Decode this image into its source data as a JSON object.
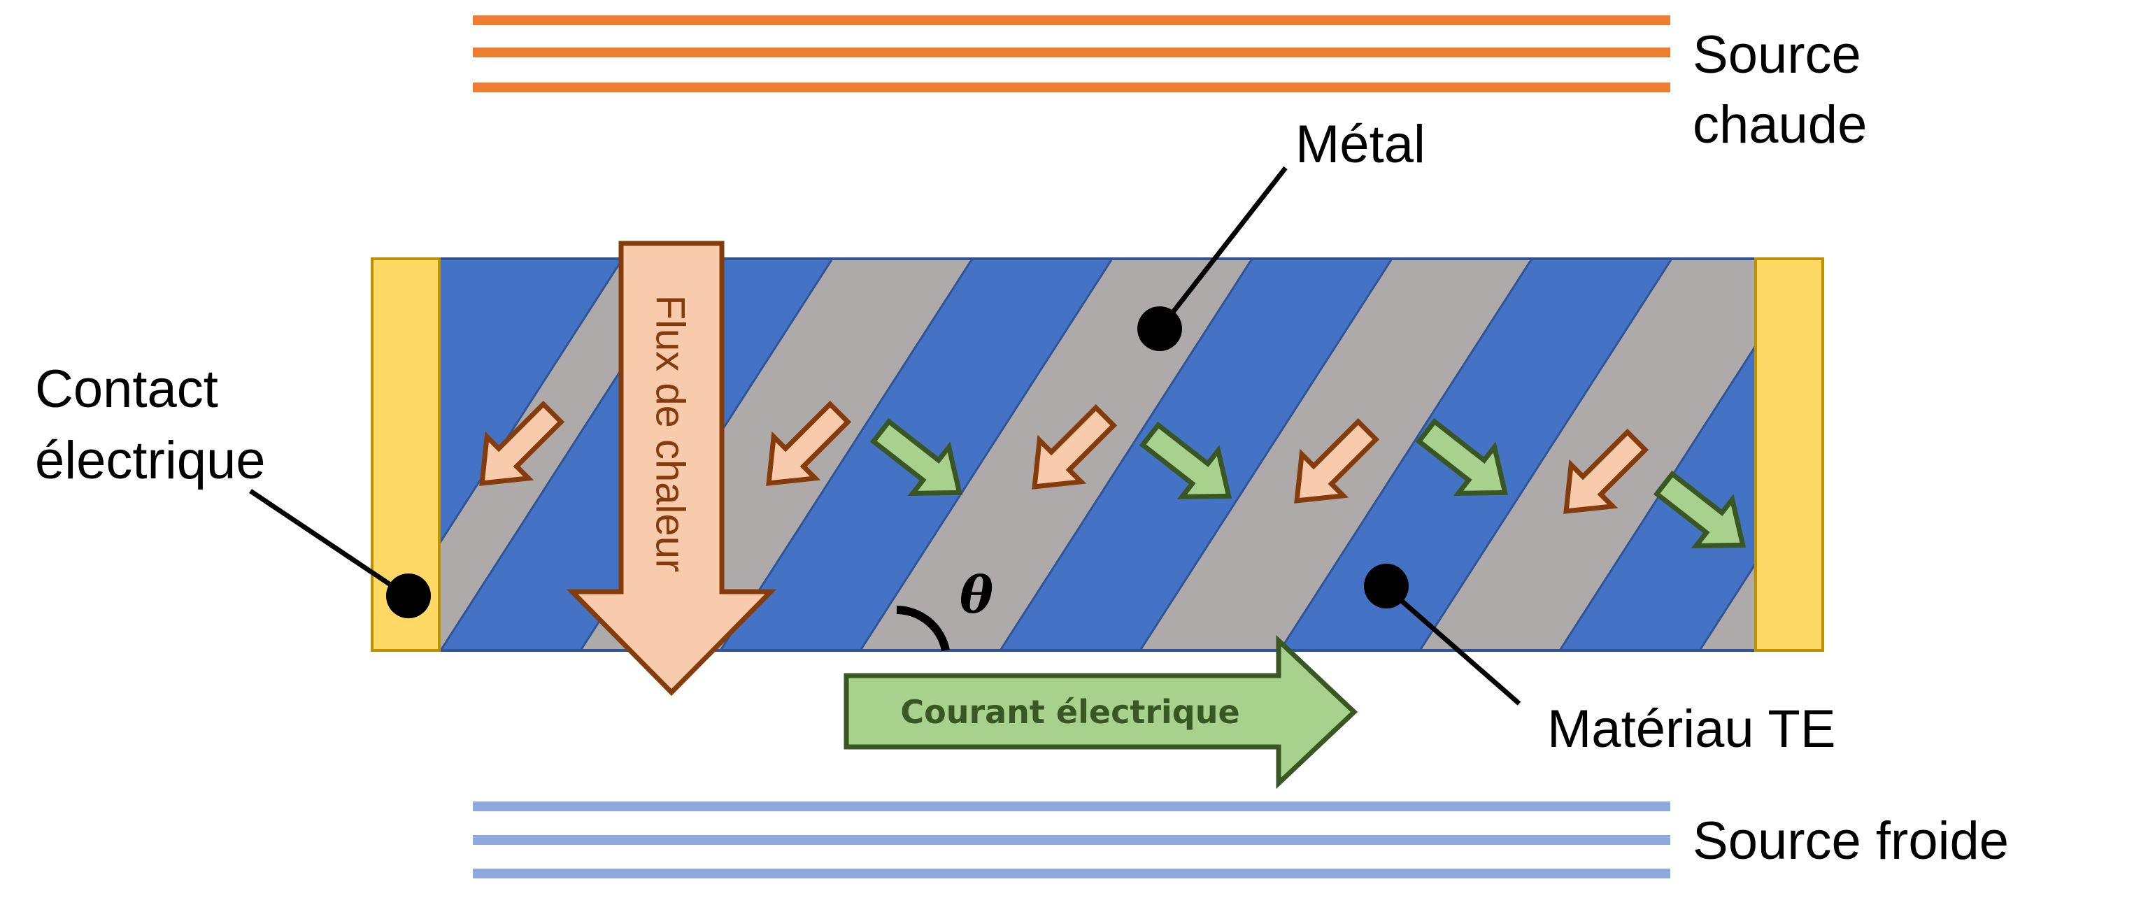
{
  "labels": {
    "hot_source_line1": "Source",
    "hot_source_line2": "chaude",
    "cold_source": "Source froide",
    "metal": "Métal",
    "contact_line1": "Contact",
    "contact_line2": "électrique",
    "te_material": "Matériau TE",
    "heat_flux": "Flux de chaleur",
    "current": "Courant électrique",
    "angle": "θ"
  },
  "colors": {
    "hot_source": "#ED7D31",
    "cold_source": "#8FAADC",
    "te_material": "#4472C4",
    "metal": "#AEAAAA",
    "contact": "#FFD966",
    "contact_border": "#BF9000",
    "heat_arrow_fill": "#F8CBAD",
    "heat_arrow_stroke": "#843C0C",
    "current_arrow_fill": "#A9D18E",
    "current_arrow_stroke": "#385723"
  }
}
